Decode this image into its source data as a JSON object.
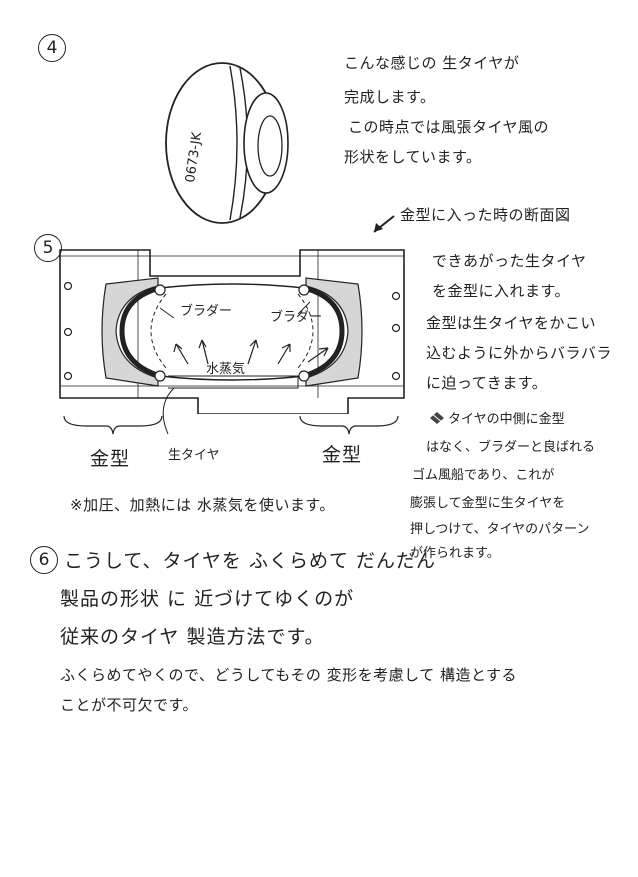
{
  "step4": {
    "number": "4",
    "tire_code": "0673-JK",
    "text": [
      "こんな感じの 生タイヤが",
      "完成します。",
      "この時点では風張タイヤ風の",
      "形状をしています。"
    ]
  },
  "step5": {
    "number": "5",
    "caption": "金型に入った時の断面図",
    "labels": {
      "bladder_left": "ブラダー",
      "bladder_right": "ブラダー",
      "steam": "水蒸気",
      "mold_left": "金型",
      "green_tire": "生タイヤ",
      "mold_right": "金型"
    },
    "text1": [
      "できあがった生タイヤ",
      "を金型に入れます。",
      "金型は生タイヤをかこい",
      "込むように外からバラバラ",
      "に迫ってきます。"
    ],
    "text2": [
      "タイヤの中側に金型",
      "はなく、ブラダーと良ばれる",
      "ゴム風船であり、これが",
      "膨張して金型に生タイヤを",
      "押しつけて、タイヤのパターン",
      "が作られます。"
    ],
    "note": "※加圧、加熱には 水蒸気を使います。"
  },
  "step6": {
    "number": "6",
    "text": [
      "こうして、タイヤを ふくらめて だんだん",
      "製品の形状 に 近づけてゆくのが",
      "従来のタイヤ 製造方法です。"
    ],
    "text_extra": [
      "ふくらめてやくので、どうしてもその 変形を考慮して 構造とする",
      "ことが不可欠です。"
    ]
  }
}
